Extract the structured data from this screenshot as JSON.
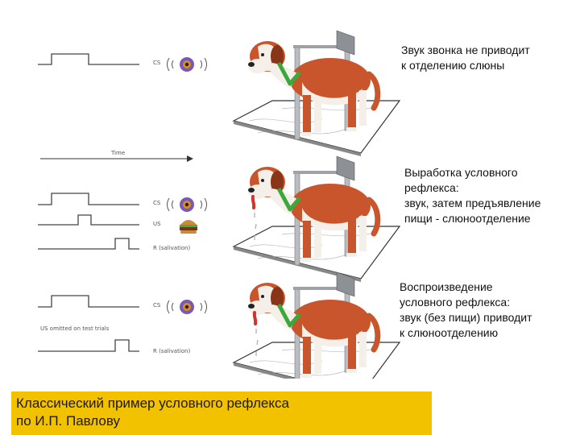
{
  "panels": [
    {
      "text_lines": [
        "Звук звонка не приводит",
        "к отделению слюны"
      ]
    },
    {
      "text_lines": [
        "Выработка условного",
        "рефлекса:",
        "звук, затем предъявление",
        "пищи - слюноотделение"
      ]
    },
    {
      "text_lines": [
        "Воспроизведение",
        "условного рефлекса:",
        "звук (без пищи) приводит",
        "к слюноотделению"
      ]
    }
  ],
  "timeline": {
    "time_label": "Time",
    "cs_label": "CS",
    "us_label": "US",
    "r_label": "R (salivation)",
    "us_omitted_label": "US omitted on test trials"
  },
  "caption": {
    "lines": [
      "Классический пример условного рефлекса",
      "по И.П. Павлову"
    ]
  },
  "colors": {
    "caption_bg": "#f2c200",
    "dog_body": "#c8552b",
    "dog_white": "#f4efe8",
    "harness": "#3aa83a",
    "stand": "#b9bcc0",
    "saliva": "#d0342c"
  }
}
